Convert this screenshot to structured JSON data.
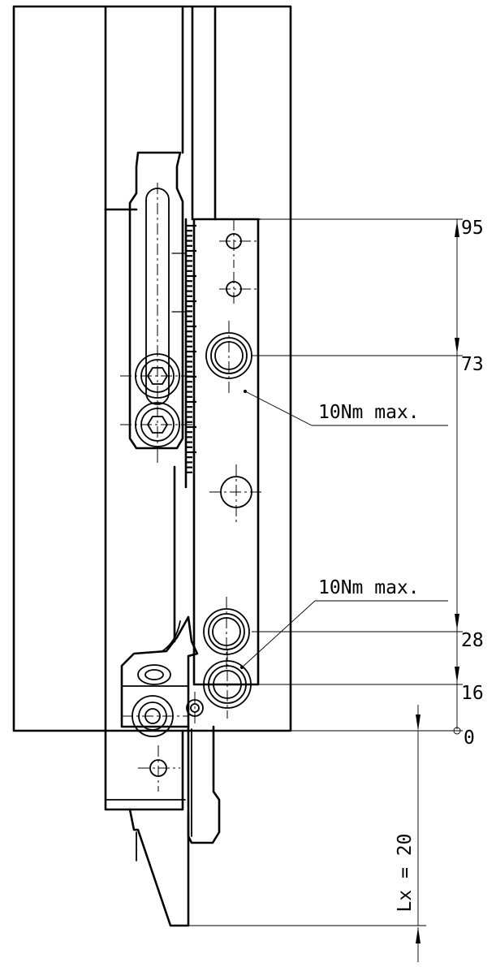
{
  "dimensions": {
    "values": [
      "95",
      "73",
      "28",
      "16",
      "0"
    ],
    "offset_label": "Lx = 20"
  },
  "annotations": {
    "torque_upper": "10Nm max.",
    "torque_lower": "10Nm max."
  }
}
